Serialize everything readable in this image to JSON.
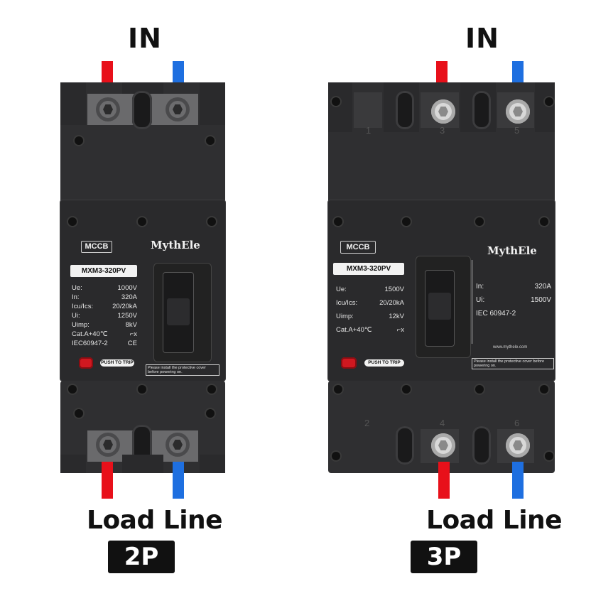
{
  "labels": {
    "in_left": "IN",
    "in_right": "IN",
    "load_left": "Load Line",
    "load_right": "Load Line",
    "pole_left": "2P",
    "pole_right": "3P"
  },
  "colors": {
    "wire_red": "#e8101a",
    "wire_blue": "#1e6fe0",
    "body": "#2f2f31"
  },
  "breaker_2p": {
    "type_label": "MCCB",
    "brand": "MythEle",
    "model": "MXM3-320PV",
    "specs": [
      {
        "k": "Ue:",
        "v": "1000V"
      },
      {
        "k": "In:",
        "v": "320A"
      },
      {
        "k": "Icu/Ics:",
        "v": "20/20kA"
      },
      {
        "k": "Ui:",
        "v": "1250V"
      },
      {
        "k": "Uimp:",
        "v": "8kV"
      }
    ],
    "category": "Cat.A+40℃",
    "standard": "IEC60947-2",
    "ce": "CE",
    "push_to_trip": "PUSH TO TRIP",
    "warning": "Please install the protective cover before powering on."
  },
  "breaker_3p": {
    "type_label": "MCCB",
    "brand": "MythEle",
    "model": "MXM3-320PV",
    "specs": [
      {
        "k": "Ue:",
        "v": "1500V"
      },
      {
        "k": "Icu/Ics:",
        "v": "20/20kA"
      },
      {
        "k": "Uimp:",
        "v": "12kV"
      }
    ],
    "category": "Cat.A+40℃",
    "right_specs": [
      {
        "k": "In:",
        "v": "320A"
      },
      {
        "k": "Ui:",
        "v": "1500V"
      }
    ],
    "standard": "IEC 60947-2",
    "website": "www.mythele.com",
    "push_to_trip": "PUSH TO TRIP",
    "warning": "Please install the protective cover before powering on.",
    "terminal_numbers_top": [
      "1",
      "3",
      "5"
    ],
    "terminal_numbers_bottom": [
      "2",
      "4",
      "6"
    ]
  }
}
